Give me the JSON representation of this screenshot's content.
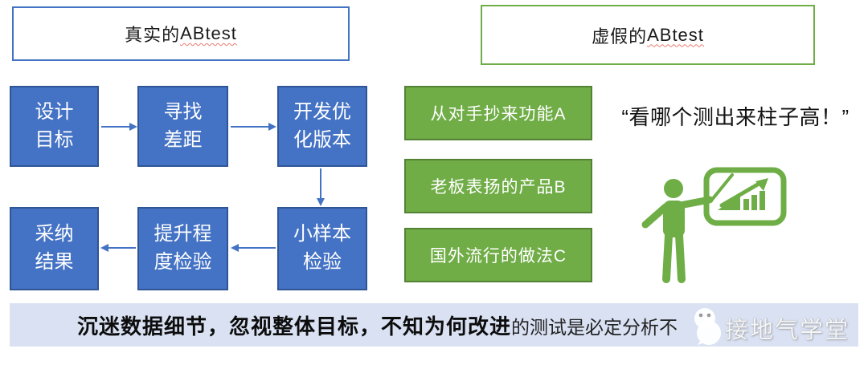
{
  "titles": {
    "real": {
      "prefix": "真实的",
      "latin": "ABtest"
    },
    "fake": {
      "prefix": "虚假的",
      "latin": "ABtest"
    }
  },
  "flow": {
    "steps": [
      {
        "label": "设计\n目标"
      },
      {
        "label": "寻找\n差距"
      },
      {
        "label": "开发优\n化版本"
      },
      {
        "label": "小样本\n检验"
      },
      {
        "label": "提升程\n度检验"
      },
      {
        "label": "采纳\n结果"
      }
    ]
  },
  "fake_list": {
    "items": [
      {
        "label": "从对手抄来功能A"
      },
      {
        "label": "老板表扬的产品B"
      },
      {
        "label": "国外流行的做法C"
      }
    ]
  },
  "quote": {
    "text": "“看哪个测出来柱子高！”"
  },
  "banner": {
    "bold_text": "沉迷数据细节，忽视整体目标，不知为何改进",
    "normal_text": "的测试是必定分析不"
  },
  "watermark": {
    "text": "接地气学堂",
    "logo_icon": "wechat-face-logo"
  },
  "icons": {
    "presenter": "presenter-pointing-at-growth-chart"
  },
  "colors": {
    "flow_box_fill": "#4472C4",
    "flow_box_border": "#2F5597",
    "arrow": "#4472C4",
    "real_title_border": "#4472C4",
    "fake_title_border": "#6FAE46",
    "fake_box_fill": "#70AD47",
    "fake_box_border": "#548235",
    "icon_green": "#6FAE46",
    "banner_bg": "#D9E1F2",
    "squiggle_red": "#E87C70"
  }
}
